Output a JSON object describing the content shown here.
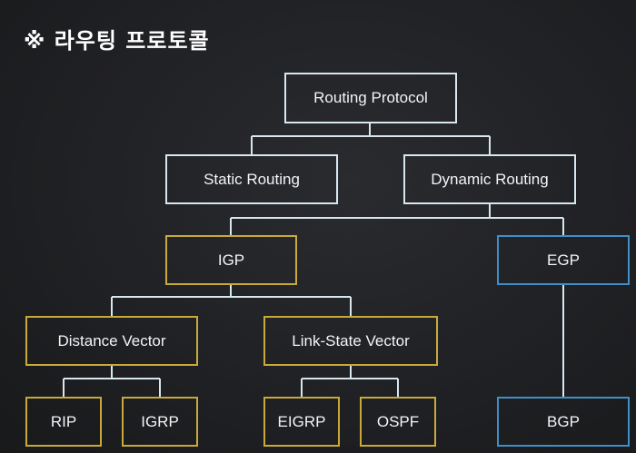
{
  "title": "※ 라우팅 프로토콜",
  "colors": {
    "default_border": "#d7e6ef",
    "igp_border": "#c9a93a",
    "egp_border": "#3f8fc8",
    "line": "#d7e6ef"
  },
  "nodes": {
    "routing_protocol": "Routing Protocol",
    "static_routing": "Static Routing",
    "dynamic_routing": "Dynamic Routing",
    "igp": "IGP",
    "egp": "EGP",
    "distance_vector": "Distance Vector",
    "link_state_vector": "Link-State Vector",
    "rip": "RIP",
    "igrp": "IGRP",
    "eigrp": "EIGRP",
    "ospf": "OSPF",
    "bgp": "BGP"
  }
}
